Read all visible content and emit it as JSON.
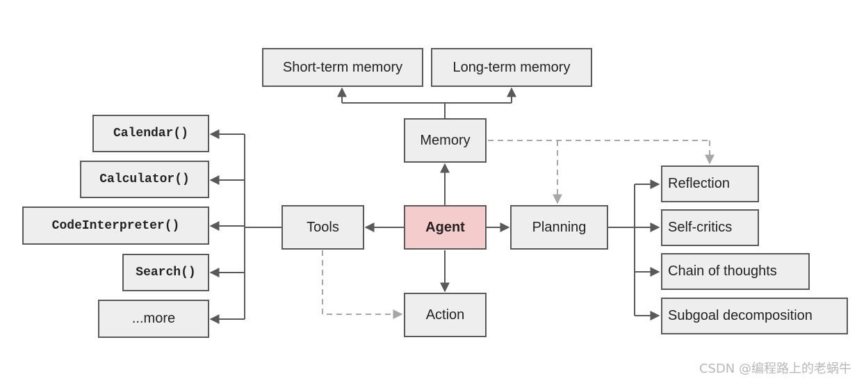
{
  "nodes": {
    "short_term_memory": "Short-term memory",
    "long_term_memory": "Long-term memory",
    "memory": "Memory",
    "agent": "Agent",
    "tools": "Tools",
    "planning": "Planning",
    "action": "Action",
    "calendar": "Calendar()",
    "calculator": "Calculator()",
    "code_interpreter": "CodeInterpreter()",
    "search": "Search()",
    "more": "...more",
    "reflection": "Reflection",
    "self_critics": "Self-critics",
    "chain_of_thoughts": "Chain of thoughts",
    "subgoal_decomposition": "Subgoal decomposition"
  },
  "colors": {
    "node_fill": "#eeeeee",
    "node_border": "#595959",
    "agent_fill": "#f4cccc",
    "solid_arrow": "#595959",
    "dashed_arrow": "#a6a6a6"
  },
  "watermark": "CSDN @编程路上的老蜗牛"
}
